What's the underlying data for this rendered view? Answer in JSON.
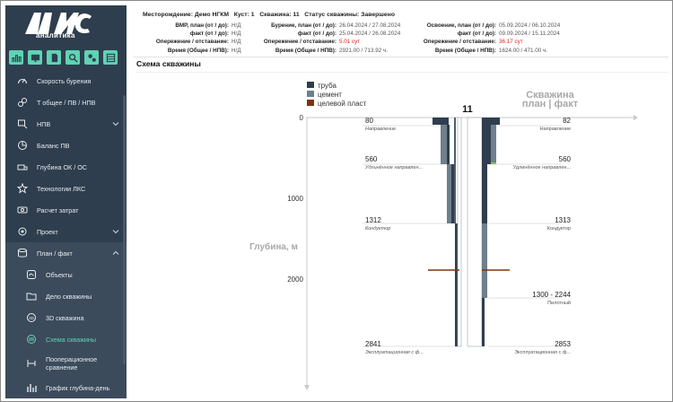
{
  "app": {
    "logo_text": "ЛКС",
    "logo_sub": "аналитика"
  },
  "toolbar_icons": [
    "chart-icon",
    "monitor-icon",
    "document-icon",
    "search-icon",
    "settings-icon",
    "table-icon"
  ],
  "sidebar": {
    "items": [
      {
        "label": "Скорость бурения",
        "icon": "speedometer-icon"
      },
      {
        "label": "Т общее / ПВ / НПВ",
        "icon": "link-icon"
      },
      {
        "label": "НПВ",
        "icon": "tools-icon"
      },
      {
        "label": "Баланс ПВ",
        "icon": "balance-icon"
      },
      {
        "label": "Глубина ОК / ОС",
        "icon": "truck-icon"
      },
      {
        "label": "Технологии ЛКС",
        "icon": "star-icon"
      },
      {
        "label": "Расчет затрат",
        "icon": "money-icon"
      },
      {
        "label": "Проект",
        "icon": "project-icon"
      },
      {
        "label": "План / факт",
        "icon": "database-icon"
      }
    ],
    "subitems": [
      {
        "label": "Объекты",
        "icon": "objects-icon"
      },
      {
        "label": "Дело скважины",
        "icon": "folder-icon"
      },
      {
        "label": "3D скважина",
        "icon": "3d-icon"
      },
      {
        "label": "Схема скважины",
        "icon": "scheme-icon"
      },
      {
        "label": "Пооперационное",
        "label2": "сравнение",
        "icon": "compare-icon"
      },
      {
        "label": "График глубина-день",
        "icon": "bar-chart-icon"
      }
    ]
  },
  "header": {
    "field_label": "Месторождение:",
    "field_value": "Демо НГКМ",
    "pad_label": "Куст:",
    "pad_value": "1",
    "well_label": "Скважина:",
    "well_value": "11",
    "status_label": "Статус скважины:",
    "status_value": "Завершено",
    "col1": [
      {
        "label": "ВМР, план (от / до):",
        "value": "Н/Д"
      },
      {
        "label": "факт (от / до):",
        "value": "Н/Д"
      },
      {
        "label": "Опережение / отставание:",
        "value": "Н/Д"
      },
      {
        "label": "Время (Общее / НПВ):",
        "value": "Н/Д"
      }
    ],
    "col2": [
      {
        "label": "Бурение, план (от / до):",
        "value": "26.04.2024 / 27.08.2024"
      },
      {
        "label": "факт (от / до):",
        "value": "25.04.2024 / 26.08.2024"
      },
      {
        "label": "Опережение / отставание:",
        "value": "5.01 сут"
      },
      {
        "label": "Время (Общее / НПВ):",
        "value": "2921.00 / 713.92 ч."
      }
    ],
    "col3": [
      {
        "label": "Освоение, план (от / до):",
        "value": "05.09.2024 / 06.10.2024"
      },
      {
        "label": "факт (от / до):",
        "value": "09.09.2024 / 15.11.2024"
      },
      {
        "label": "Опережение / отставание:",
        "value": "36.17 сут"
      },
      {
        "label": "Время (Общее / НПВ):",
        "value": "1624.00 / 471.00 ч."
      }
    ]
  },
  "section_title": "Схема скважины",
  "scheme": {
    "legend": [
      {
        "label": "труба",
        "color": "#2f3e4e"
      },
      {
        "label": "цемент",
        "color": "#6e7f8e"
      },
      {
        "label": "целевой пласт",
        "color": "#7a3510"
      }
    ],
    "well_number": "11",
    "right_title_1": "Скважина",
    "right_title_2": "план | факт",
    "y_axis_label": "Глубина, м",
    "y_ticks": [
      "0",
      "1000",
      "2000"
    ],
    "left_annotations": [
      {
        "value": "80",
        "name": "Направление"
      },
      {
        "value": "560",
        "name": "Удлинённое направлен..."
      },
      {
        "value": "1312",
        "name": "Кондуктор"
      },
      {
        "value": "2841",
        "name": "Эксплуатационная с ф..."
      }
    ],
    "right_annotations": [
      {
        "value": "82",
        "name": "Направление"
      },
      {
        "value": "560",
        "name": "Удлинённое направлен..."
      },
      {
        "value": "1313",
        "name": "Кондуктор"
      },
      {
        "value": "1300 - 2244",
        "name": "Пилотный"
      },
      {
        "value": "2853",
        "name": "Эксплуатационная с ф..."
      }
    ]
  }
}
